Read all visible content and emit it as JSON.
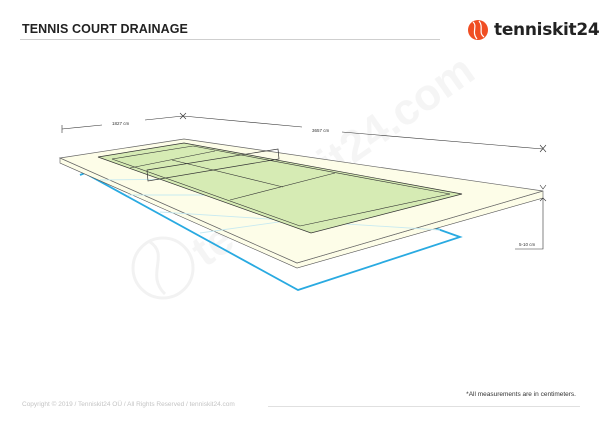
{
  "header": {
    "title": "TENNIS COURT DRAINAGE",
    "logo": {
      "icon": "tennis-ball-icon",
      "text": "tenniskit24",
      "color": "#f04e23"
    }
  },
  "diagram": {
    "dimensions": {
      "width_label": "1827 cm",
      "length_label": "3657 cm",
      "thickness_label": "5-10 cm"
    },
    "colors": {
      "slab": "#fdfde8",
      "court": "#d6ebb4",
      "drain": "#29aae1",
      "lines": "#333333"
    },
    "watermark": "tenniskit24.com"
  },
  "footer": {
    "copyright": "Copyright © 2019 / Tenniskit24 OÜ / All Rights Reserved / tenniskit24.com",
    "note": "*All measurements are in centimeters."
  }
}
